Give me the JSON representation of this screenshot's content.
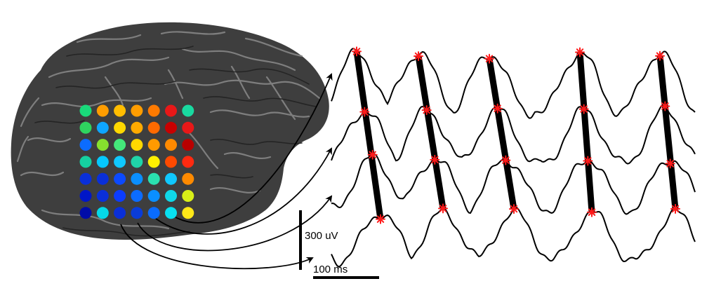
{
  "figure": {
    "scale_voltage_label": "300 uV",
    "scale_time_label": "100 ms"
  },
  "colors": {
    "brain_fill": "#3e3e3e",
    "trace_color": "#000000",
    "marker_color": "#ff1a1a",
    "bar_color": "#000000"
  },
  "electrode_grid": {
    "rows": 7,
    "cols": 7,
    "colors": [
      [
        "#19d97a",
        "#ff9d00",
        "#ffbd00",
        "#ff9d00",
        "#ff7a00",
        "#e81818",
        "#19d9a0"
      ],
      [
        "#2fd45f",
        "#0ea6ff",
        "#ffd800",
        "#ffaa00",
        "#ff6a00",
        "#c80000",
        "#e81818"
      ],
      [
        "#0c6cff",
        "#86e02e",
        "#44e87a",
        "#ffd800",
        "#ff9a00",
        "#ff8a00",
        "#b80000"
      ],
      [
        "#15d0a0",
        "#05c8ff",
        "#10c8ff",
        "#20d4a8",
        "#fff000",
        "#ff4a00",
        "#ff2a10"
      ],
      [
        "#0a2fd8",
        "#0a2fd8",
        "#0c4aff",
        "#0a8fff",
        "#2ae0b0",
        "#10c8ff",
        "#ff8a00"
      ],
      [
        "#0016c8",
        "#0a2fd8",
        "#0c3cff",
        "#0c6cff",
        "#0a8fff",
        "#0fd8e8",
        "#d8ef18"
      ],
      [
        "#000ca8",
        "#05d8e8",
        "#0a2fd8",
        "#0a3cd8",
        "#0a6cff",
        "#08e0f0",
        "#ffe818"
      ]
    ]
  },
  "traces": {
    "count": 4,
    "wave_cycles": 5
  }
}
